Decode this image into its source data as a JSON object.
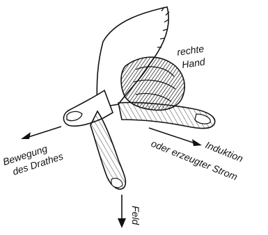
{
  "labels": {
    "hand_line1": "rechte",
    "hand_line2": "Hand",
    "motion_line1": "Bewegung",
    "motion_line2": "des Drathes",
    "induction_line1": "Induktion",
    "induction_line2": "oder erzeugter Strom",
    "field": "Feld"
  },
  "colors": {
    "ink": "#111111",
    "paper": "#ffffff"
  }
}
